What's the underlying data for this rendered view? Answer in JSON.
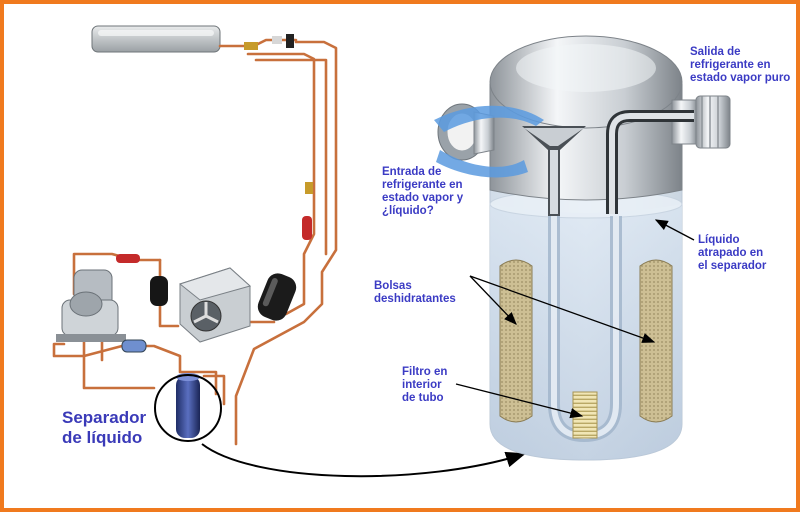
{
  "labels": {
    "salida": [
      "Salida de",
      "refrigerante en",
      "estado vapor puro"
    ],
    "entrada": [
      "Entrada de",
      "refrigerante en",
      "estado vapor y",
      "¿líquido?"
    ],
    "liquido": [
      "Líquido",
      "atrapado en",
      "el separador"
    ],
    "bolsas": [
      "Bolsas",
      "deshidratantes"
    ],
    "filtro": [
      "Filtro en",
      "interior",
      "de tubo"
    ],
    "separador": [
      "Separador",
      "de líquido"
    ]
  },
  "colors": {
    "border": "#f07a1e",
    "label_text": "#3b3bc4",
    "pipe_copper": "#c8703c",
    "flow_arrow": "#4a90d9"
  }
}
